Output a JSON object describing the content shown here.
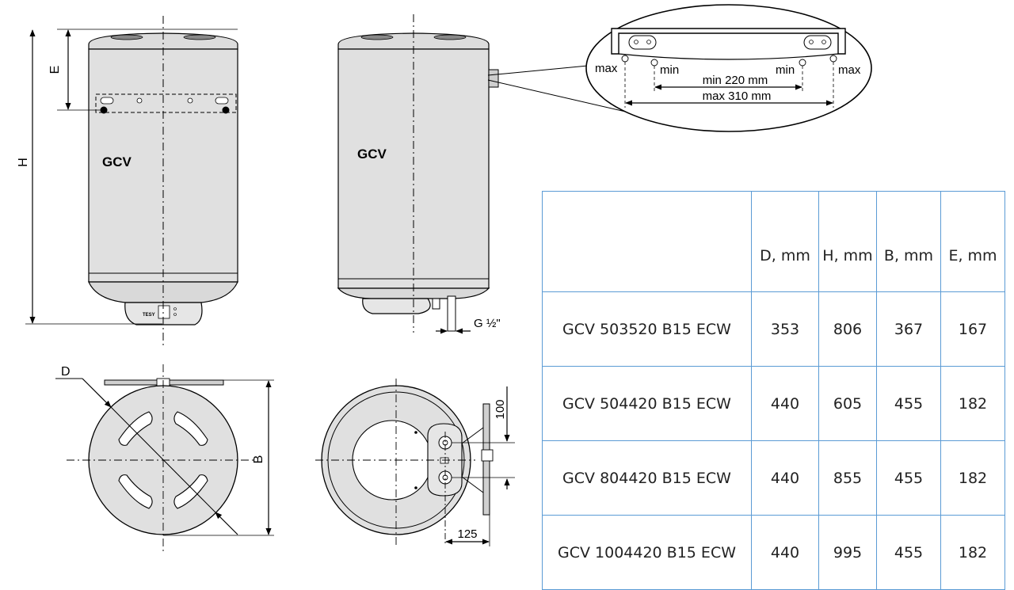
{
  "drawing": {
    "front_view_label": "GCV",
    "side_view_label": "GCV",
    "panel_brand": "TESY",
    "dim_E": "E",
    "dim_H": "H",
    "dim_D": "D",
    "dim_B": "B",
    "pipe_label": "G ½\"",
    "dim_100": "100",
    "dim_125": "125",
    "bracket": {
      "max_left": "max",
      "min_left": "min",
      "min_right": "min",
      "max_right": "max",
      "min_span": "min 220 mm",
      "max_span": "max 310 mm"
    }
  },
  "table": {
    "headers": [
      "",
      "D, mm",
      "H, mm",
      "B, mm",
      "E, mm"
    ],
    "rows": [
      {
        "model": "GCV 503520  B15 ECW",
        "d": "353",
        "h": "806",
        "b": "367",
        "e": "167"
      },
      {
        "model": "GCV 504420  B15 ECW",
        "d": "440",
        "h": "605",
        "b": "455",
        "e": "182"
      },
      {
        "model": "GCV 804420  B15 ECW",
        "d": "440",
        "h": "855",
        "b": "455",
        "e": "182"
      },
      {
        "model": "GCV 1004420  B15 ECW",
        "d": "440",
        "h": "995",
        "b": "455",
        "e": "182"
      }
    ]
  },
  "colors": {
    "table_border": "#5b9bd5",
    "line": "#000000",
    "shade": "#d9d9d9"
  }
}
